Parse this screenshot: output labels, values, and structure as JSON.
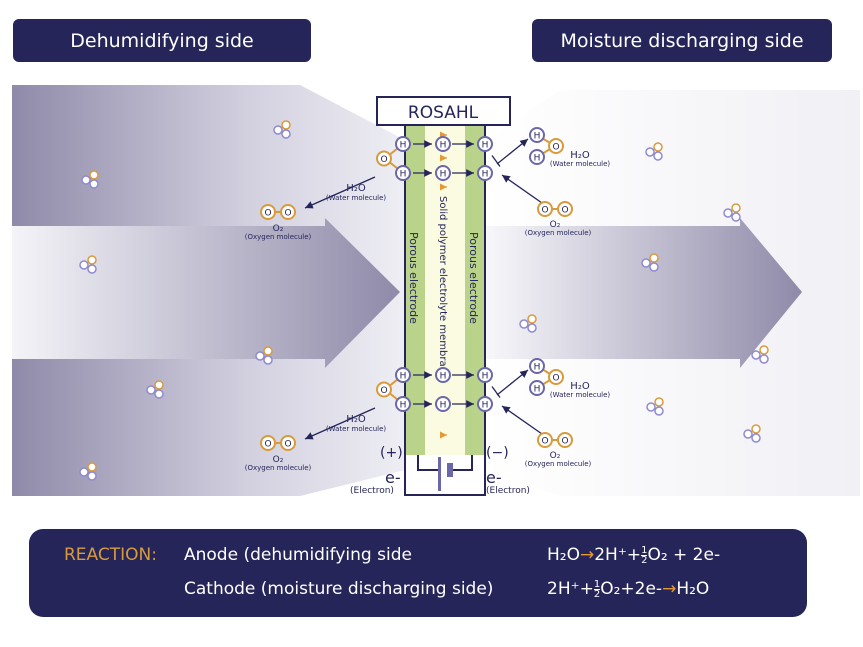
{
  "headers": {
    "left": "Dehumidifying side",
    "right": "Moisture discharging side"
  },
  "device": {
    "brand": "ROSAHL",
    "left_electrode": "Porous electrode",
    "right_electrode": "Porous electrode",
    "membrane": "Solid polymer electrolyte membrane",
    "plus": "(+)",
    "minus": "(−)",
    "electron": "e-",
    "electron_label": "(Electron)"
  },
  "molecules": {
    "h": "H",
    "o": "O",
    "water": "H₂O",
    "water_label": "(Water molecule)",
    "oxygen": "O₂",
    "oxygen_label": "(Oxygen molecule)"
  },
  "reaction": {
    "label": "REACTION:",
    "anode": "Anode (dehumidifying side",
    "cathode": "Cathode (moisture discharging side)",
    "anode_eq_left": "H₂O",
    "anode_eq_right_a": "2H⁺+",
    "anode_eq_right_b": "O₂ + 2e-",
    "cathode_eq_left_a": "2H⁺+",
    "cathode_eq_left_b": "O₂+2e-",
    "cathode_eq_right": "H₂O",
    "arrow": "→",
    "frac_num": "1",
    "frac_den": "2"
  },
  "colors": {
    "navy": "#25255a",
    "orange": "#d89b3c",
    "purple": "#6b67a8",
    "green": "#b9d48a",
    "membrane": "#fbfbe2"
  }
}
